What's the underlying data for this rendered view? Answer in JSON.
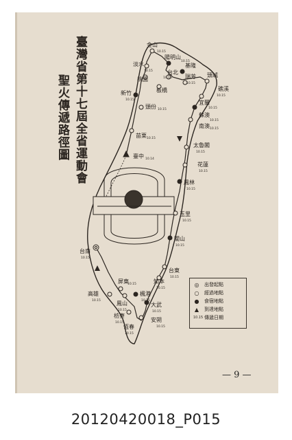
{
  "caption": "20120420018_P015",
  "title_main": "臺灣省第十七屆全省運動會",
  "title_sub": "聖火傳遞路徑圖",
  "page_number": "— 9 —",
  "legend": [
    {
      "icon": "double-circle",
      "label": "出發起點"
    },
    {
      "icon": "hollow-circle",
      "label": "經過地點"
    },
    {
      "icon": "filled-circle",
      "label": "食宿地點"
    },
    {
      "icon": "triangle",
      "label": "到達地點"
    },
    {
      "icon": "date-text",
      "sample": "10.15",
      "label": "傳遞日期"
    }
  ],
  "places": [
    {
      "name": "金山",
      "date": "10.15"
    },
    {
      "name": "陽明山",
      "date": "10.15"
    },
    {
      "name": "淡水",
      "date": "10.15"
    },
    {
      "name": "基隆",
      "date": ""
    },
    {
      "name": "台北",
      "date": "10.15"
    },
    {
      "name": "瑞芳",
      "date": "10.15"
    },
    {
      "name": "頭城",
      "date": ""
    },
    {
      "name": "桃園",
      "date": ""
    },
    {
      "name": "板橋",
      "date": ""
    },
    {
      "name": "新竹",
      "date": "10.15"
    },
    {
      "name": "礁溪",
      "date": "10.15"
    },
    {
      "name": "頭份",
      "date": "10.15"
    },
    {
      "name": "宜蘭",
      "date": "10.15"
    },
    {
      "name": "蘇澳",
      "date": "10.15"
    },
    {
      "name": "苗栗",
      "date": "10.15"
    },
    {
      "name": "臺中",
      "date": "10.14"
    },
    {
      "name": "南澳",
      "date": "10.15"
    },
    {
      "name": "太魯閣",
      "date": "10.15"
    },
    {
      "name": "花蓮",
      "date": "10.15"
    },
    {
      "name": "鳳林",
      "date": "10.15"
    },
    {
      "name": "玉里",
      "date": "10.15"
    },
    {
      "name": "關山",
      "date": "10.15"
    },
    {
      "name": "台南",
      "date": "10.15"
    },
    {
      "name": "台東",
      "date": "10.15"
    },
    {
      "name": "屏東",
      "date": "10.15"
    },
    {
      "name": "知本",
      "date": "10.15"
    },
    {
      "name": "高雄",
      "date": "10.15"
    },
    {
      "name": "鳳山",
      "date": "10.15"
    },
    {
      "name": "楓港",
      "date": "10.15"
    },
    {
      "name": "大武",
      "date": "10.15"
    },
    {
      "name": "枋寮",
      "date": "10.15"
    },
    {
      "name": "恆春",
      "date": "10.15"
    },
    {
      "name": "安朔",
      "date": "10.15"
    }
  ],
  "colors": {
    "paper": "#e6ddcf",
    "ink": "#2b2520"
  }
}
